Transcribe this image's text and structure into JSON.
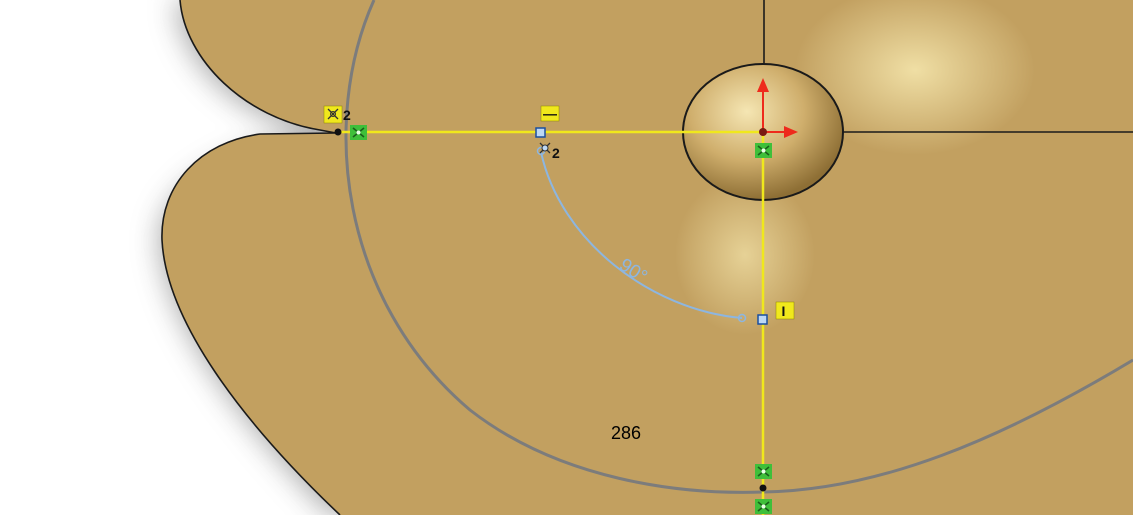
{
  "viewport": {
    "model_color": "#c2a060",
    "model_highlight": "#f2e2a8",
    "background_color": "#ffffff",
    "model_edge_color": "#1a1a1a"
  },
  "sketch": {
    "line_color": "#f0e81c",
    "arc_color": "#8db6e0",
    "circle_color": "#7c7c7c",
    "relation_fill": "#3fbf3a",
    "relation_badge_fill": "#f0e81c",
    "point_fill": "#bdd8f5",
    "point_stroke": "#1a4f9f",
    "relations": {
      "left_coincident": "2",
      "arc_start_coincident": "2",
      "horizontal_glyph": "—",
      "vertical_glyph": "I"
    },
    "arc_dimension": "90°",
    "radius_dimension": "286"
  },
  "triad": {
    "x_axis_color": "#ee2a1c",
    "y_axis_color": "#ee2a1c",
    "origin_color": "#7a1a12"
  }
}
